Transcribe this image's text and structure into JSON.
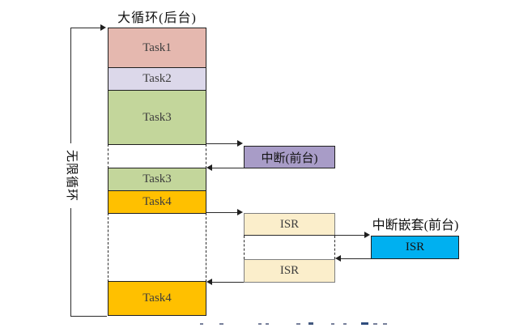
{
  "diagram": {
    "title": "大循环(后台)",
    "infinite_loop_label": "无限循环",
    "nested_interrupt_title": "中断嵌套(前台)",
    "interrupt_box": {
      "label": "中断(前台)",
      "color": "#a89cc7"
    },
    "background_stack": [
      {
        "label": "Task1",
        "color": "#e5b8af"
      },
      {
        "label": "Task2",
        "color": "#dcd8ea"
      },
      {
        "label": "Task3",
        "color": "#c3d69b"
      },
      {
        "label": "Task3",
        "color": "#c3d69b"
      },
      {
        "label": "Task4",
        "color": "#ffc000"
      },
      {
        "label": "Task4",
        "color": "#ffc000"
      }
    ],
    "isr_segments": [
      {
        "label": "ISR",
        "color": "#fbeecb"
      },
      {
        "label": "ISR",
        "color": "#fbeecb"
      }
    ],
    "nested_isr": {
      "label": "ISR",
      "color": "#00b0f0"
    },
    "colors": {
      "line": "#2a2a2a",
      "task_border": "#1f1f1f",
      "isr_border": "#7f7f7f",
      "background": "#ffffff"
    }
  }
}
